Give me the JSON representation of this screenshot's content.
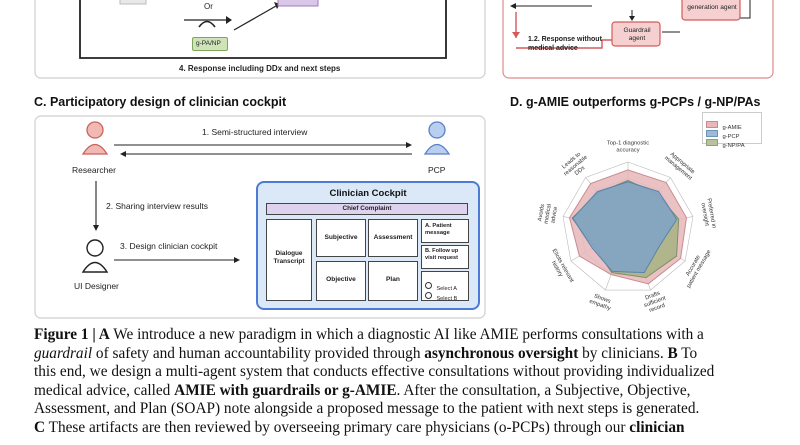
{
  "panelA": {
    "or_label": "Or",
    "gpa_label": "g-PA/NP",
    "response_label": "4. Response including DDx and next steps"
  },
  "panelB": {
    "guardrail_label": "Guardrail agent",
    "generation_label": "generation agent",
    "response_label": "1.2. Response without medical advice"
  },
  "panelC": {
    "title": "C. Participatory design of clinician cockpit",
    "researcher": "Researcher",
    "pcp": "PCP",
    "ui_designer": "UI Designer",
    "step1": "1. Semi-structured interview",
    "step2": "2. Sharing interview results",
    "step3": "3. Design clinician cockpit",
    "cockpit_title": "Clinician Cockpit",
    "chief_complaint": "Chief Complaint",
    "dialogue": "Dialogue Transcript",
    "subjective": "Subjective",
    "assessment": "Assessment",
    "objective": "Objective",
    "plan": "Plan",
    "patient_message": "A. Patient message",
    "follow_up": "B. Follow up visit request",
    "select_a": "Select A",
    "select_b": "Select B"
  },
  "panelD": {
    "title": "D. g-AMIE outperforms g-PCPs / g-NP/PAs",
    "legend": [
      "g-AMIE",
      "g-PCP",
      "g-NP/PA"
    ],
    "axes": [
      "Top-1 diagnostic accuracy",
      "Appropriate management",
      "Preferred in oversight",
      "Accurate patient message",
      "Drafts sufficient record",
      "Shows empathy",
      "Elicits relevant history",
      "Avoids medical advice",
      "Leads to reasonable DDx"
    ],
    "colors": {
      "g_amie": "#c98b8f",
      "g_pcp": "#6f95b8",
      "g_np": "#8f9f7a"
    }
  },
  "chart_data": {
    "type": "radar",
    "title": "D. g-AMIE outperforms g-PCPs / g-NP/PAs",
    "categories": [
      "Top-1 diagnostic accuracy",
      "Appropriate management",
      "Preferred in oversight",
      "Accurate patient message",
      "Drafts sufficient record",
      "Shows empathy",
      "Elicits relevant history",
      "Avoids medical advice",
      "Leads to reasonable DDx"
    ],
    "series": [
      {
        "name": "g-AMIE",
        "values": [
          0.88,
          0.9,
          0.9,
          0.92,
          0.9,
          0.75,
          0.85,
          0.9,
          0.88
        ]
      },
      {
        "name": "g-PCP",
        "values": [
          0.7,
          0.72,
          0.75,
          0.55,
          0.72,
          0.7,
          0.62,
          0.85,
          0.72
        ]
      },
      {
        "name": "g-NP/PA",
        "values": [
          0.72,
          0.68,
          0.78,
          0.85,
          0.8,
          0.72,
          0.58,
          0.86,
          0.7
        ]
      }
    ],
    "ylim": [
      0,
      1
    ],
    "legend_position": "top-right"
  },
  "caption": {
    "l1_a": "Figure 1 | A",
    "l1_b": " We introduce a new paradigm in which a diagnostic AI like AMIE performs consultations with a",
    "l2_a": "guardrail",
    "l2_b": " of safety and human accountability provided through ",
    "l2_c": "asynchronous oversight",
    "l2_d": " by clinicians. ",
    "l2_e": "B",
    "l2_f": " To",
    "l3": "this end, we design a multi-agent system that conducts effective consultations without providing individualized",
    "l4_a": "medical advice, called ",
    "l4_b": "AMIE with guardrails or g-AMIE",
    "l4_c": ". After the consultation, a Subjective, Objective,",
    "l5": "Assessment, and Plan (SOAP) note alongside a proposed message to the patient with next steps is generated.",
    "l6_a": "C",
    "l6_b": " These artifacts are then reviewed by overseeing primary care physicians (o-PCPs) through our ",
    "l6_c": "clinician"
  }
}
